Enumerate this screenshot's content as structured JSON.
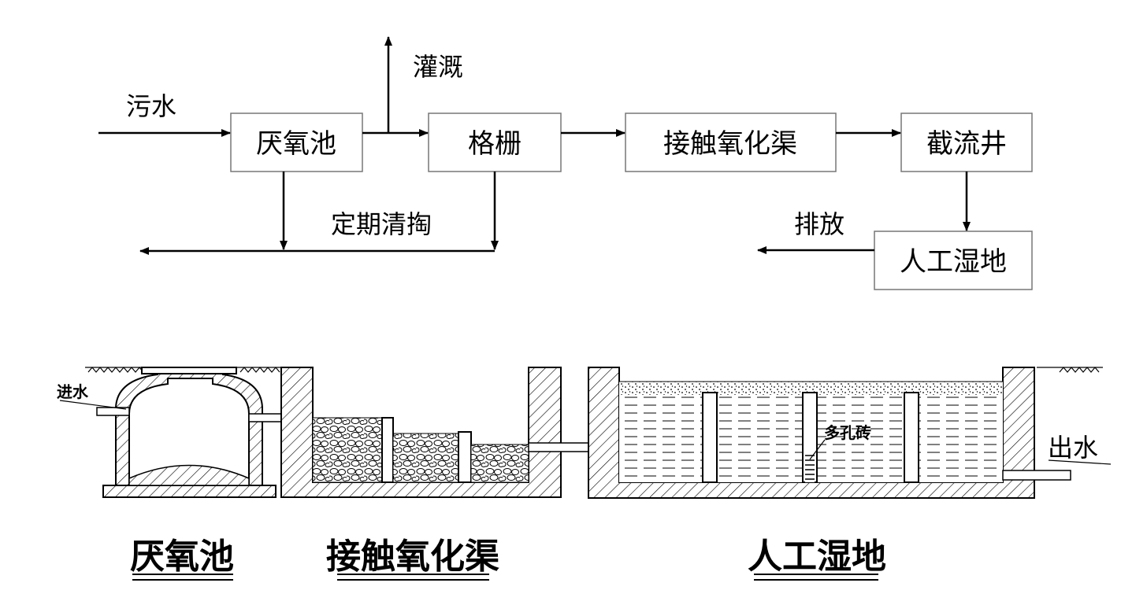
{
  "flowchart": {
    "boxes": {
      "anaerobic_tank": "厌氧池",
      "grille": "格栅",
      "contact_oxidation_channel": "接触氧化渠",
      "interception_well": "截流井",
      "constructed_wetland": "人工湿地"
    },
    "labels": {
      "sewage": "污水",
      "irrigation": "灌溉",
      "periodic_cleaning": "定期清掏",
      "discharge": "排放"
    }
  },
  "section": {
    "labels": {
      "water_in": "进水",
      "water_out": "出水",
      "porous_brick": "多孔砖"
    },
    "titles": {
      "anaerobic_tank": "厌氧池",
      "contact_oxidation_channel": "接触氧化渠",
      "constructed_wetland": "人工湿地"
    }
  }
}
